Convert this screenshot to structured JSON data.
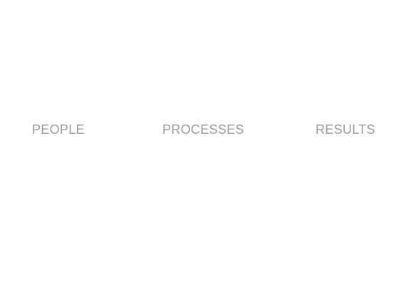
{
  "labels": [
    "PEOPLE",
    "PROCESSES",
    "RESULTS"
  ],
  "colors": {
    "background": "#ffffff",
    "text": "#9a9a9e"
  }
}
